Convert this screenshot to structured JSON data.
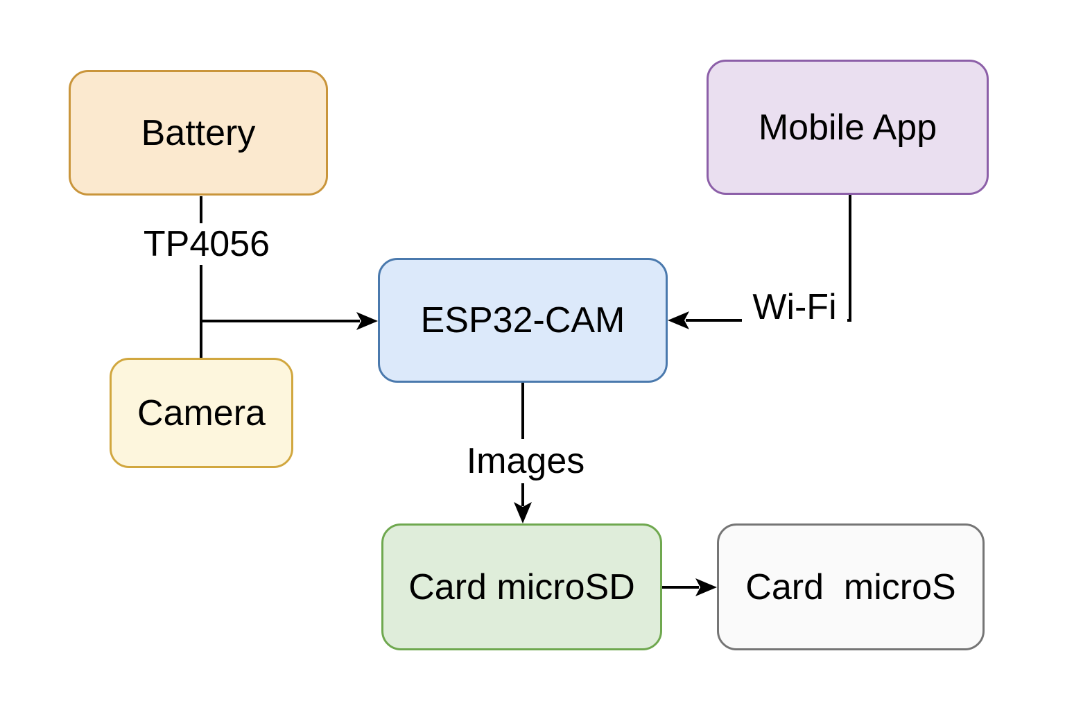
{
  "canvas": {
    "background": "#ffffff",
    "line_color": "#000000",
    "text_color": "#000000"
  },
  "nodes": {
    "battery": {
      "label": "Battery",
      "fill": "#FBE9CF",
      "stroke": "#C9953B"
    },
    "mobile_app": {
      "label": "Mobile App",
      "fill": "#EADFF0",
      "stroke": "#8C5FA8"
    },
    "esp32_cam": {
      "label": "ESP32-CAM",
      "fill": "#DCE9FA",
      "stroke": "#4A79AD"
    },
    "camera": {
      "label": "Camera",
      "fill": "#FDF6DD",
      "stroke": "#D1A73F"
    },
    "card_microsd": {
      "label": "Card microSD",
      "fill": "#DFEDDA",
      "stroke": "#6FA84F"
    },
    "card_micros": {
      "label": "Card  microS",
      "fill": "#FAFAFA",
      "stroke": "#757575"
    }
  },
  "edges": {
    "battery_camera": {
      "label": "TP4056",
      "from": "battery",
      "to": "camera",
      "arrow": "none"
    },
    "power_to_esp32": {
      "label": "",
      "from": "battery_camera",
      "to": "esp32_cam",
      "arrow": "right"
    },
    "mobile_to_esp32": {
      "label": "Wi-Fi",
      "from": "mobile_app",
      "to": "esp32_cam",
      "arrow": "left"
    },
    "esp32_to_sd": {
      "label": "Images",
      "from": "esp32_cam",
      "to": "card_microsd",
      "arrow": "down"
    },
    "sd_to_micros": {
      "label": "",
      "from": "card_microsd",
      "to": "card_micros",
      "arrow": "right"
    }
  }
}
